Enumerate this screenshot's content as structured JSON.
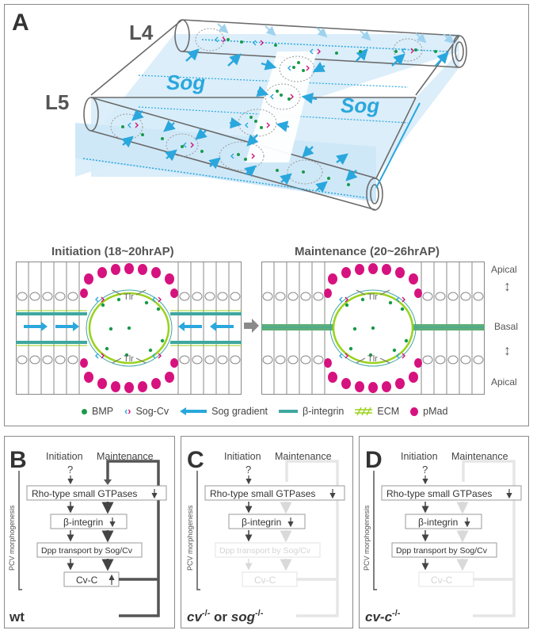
{
  "panel_a": {
    "letter": "A",
    "vein_top": "L4",
    "vein_bottom": "L5",
    "sog_label_left": "Sog",
    "sog_label_right": "Sog",
    "initiation_title": "Initiation (18~20hrAP)",
    "maintenance_title": "Maintenance (20~26hrAP)",
    "apical_top": "Apical",
    "basal": "Basal",
    "apical_bottom": "Apical",
    "tlr": "Tlr",
    "legend": {
      "bmp": "BMP",
      "sog_cv": "Sog-Cv",
      "sog_gradient": "Sog gradient",
      "beta_integrin": "β-integrin",
      "ecm": "ECM",
      "pmad": "pMad"
    }
  },
  "pathway": {
    "initiation": "Initiation",
    "maintenance": "Maintenance",
    "question": "?",
    "side_label": "PCV morphogenesis",
    "box1": "Rho-type small GTPases",
    "box2": "β-integrin",
    "box3": "Dpp transport by Sog/Cv",
    "box4": "Cv-C"
  },
  "panels": [
    {
      "letter": "B",
      "genotype": "wt"
    },
    {
      "letter": "C",
      "genotype_a": "cv",
      "sup_a": "-/-",
      "genotype_mid": " or ",
      "genotype_b": "sog",
      "sup_b": "-/-"
    },
    {
      "letter": "D",
      "genotype_a": "cv-c",
      "sup_a": "-/-"
    }
  ],
  "colors": {
    "bmp": "#1a9a4a",
    "sog_blue": "#2aa7dd",
    "cv_magenta": "#d4127a",
    "pmad": "#d6127f",
    "integrin": "#3fa7a0",
    "ecm": "#9ad21c",
    "light_blue_fill": "#cfe8f8"
  }
}
